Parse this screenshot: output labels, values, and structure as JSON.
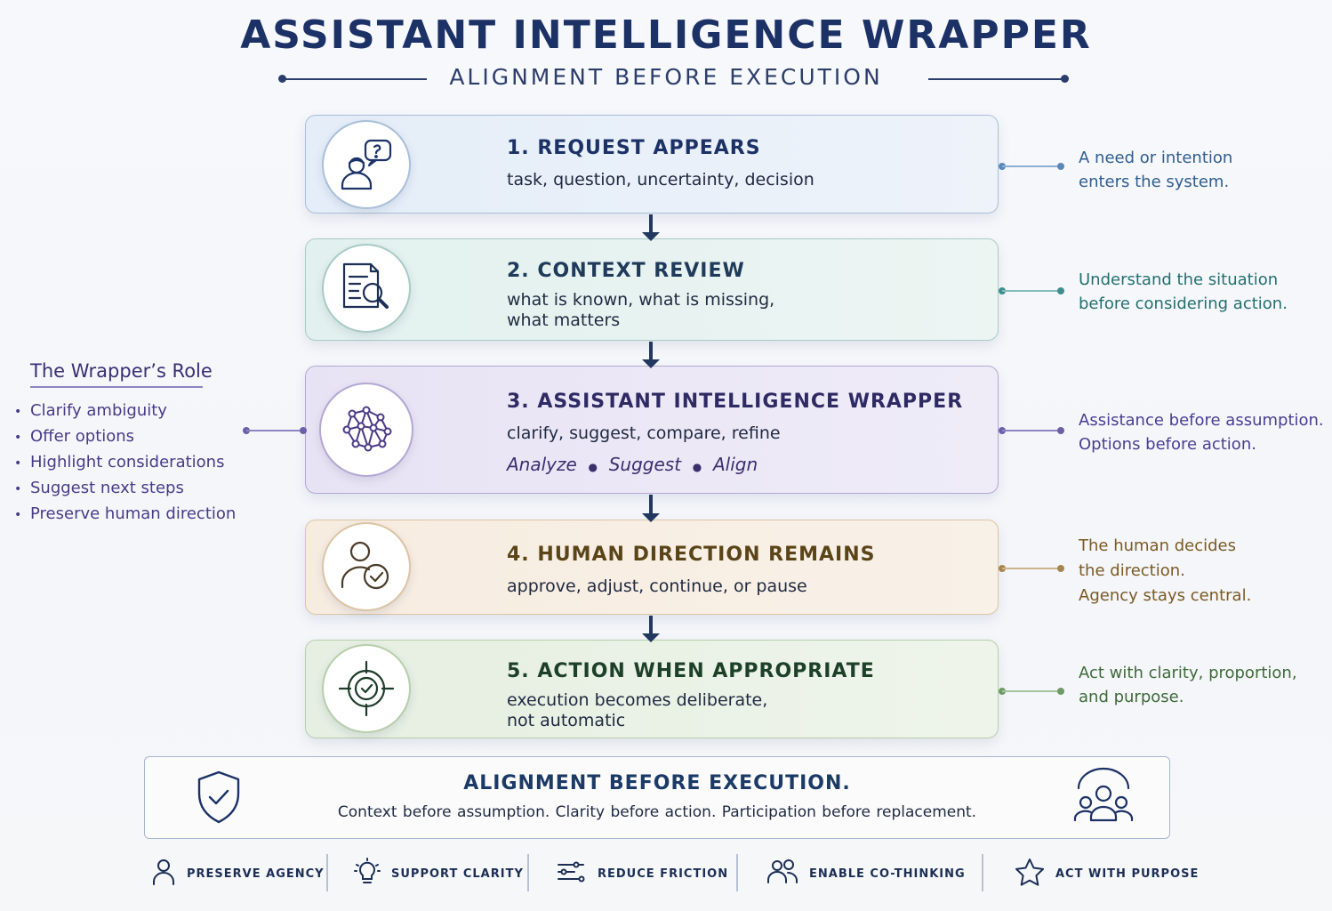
{
  "header": {
    "title": "ASSISTANT INTELLIGENCE WRAPPER",
    "subtitle": "ALIGNMENT BEFORE EXECUTION"
  },
  "steps": [
    {
      "number": "1.",
      "title": "REQUEST APPEARS",
      "desc": [
        "task, question, uncertainty, decision"
      ],
      "icon": "user-question-icon",
      "note": [
        "A need or intention",
        "enters the system."
      ],
      "color": "#5a87b8"
    },
    {
      "number": "2.",
      "title": "CONTEXT REVIEW",
      "desc": [
        "what is known, what is missing,",
        "what matters"
      ],
      "icon": "document-search-icon",
      "note": [
        "Understand the situation",
        "before considering action."
      ],
      "color": "#3f8e8c"
    },
    {
      "number": "3.",
      "title": "ASSISTANT INTELLIGENCE WRAPPER",
      "desc": [
        "clarify, suggest, compare, refine"
      ],
      "flow": [
        "Analyze",
        "Suggest",
        "Align"
      ],
      "icon": "network-icon",
      "note": [
        "Assistance before assumption.",
        "Options before action."
      ],
      "color": "#6c5fa8"
    },
    {
      "number": "4.",
      "title": "HUMAN DIRECTION REMAINS",
      "desc": [
        "approve, adjust, continue, or pause"
      ],
      "icon": "user-check-icon",
      "note": [
        "The human decides",
        "the direction.",
        "Agency stays central."
      ],
      "color": "#a78550"
    },
    {
      "number": "5.",
      "title": "ACTION WHEN APPROPRIATE",
      "desc": [
        "execution becomes deliberate,",
        "not automatic"
      ],
      "icon": "target-check-icon",
      "note": [
        "Act with clarity, proportion,",
        "and purpose."
      ],
      "color": "#6e9a66"
    }
  ],
  "role_panel": {
    "title": "The Wrapper’s Role",
    "items": [
      "Clarify ambiguity",
      "Offer options",
      "Highlight considerations",
      "Suggest next steps",
      "Preserve human direction"
    ]
  },
  "banner": {
    "title": "ALIGNMENT BEFORE EXECUTION.",
    "subtitle": "Context before assumption.  Clarity before action.  Participation before replacement.",
    "left_icon": "shield-check-icon",
    "right_icon": "group-icon"
  },
  "pillars": [
    {
      "label": "PRESERVE AGENCY",
      "icon": "person-icon"
    },
    {
      "label": "SUPPORT CLARITY",
      "icon": "lightbulb-icon"
    },
    {
      "label": "REDUCE FRICTION",
      "icon": "sliders-icon"
    },
    {
      "label": "ENABLE CO-THINKING",
      "icon": "people-icon"
    },
    {
      "label": "ACT WITH PURPOSE",
      "icon": "star-icon"
    }
  ],
  "colors": {
    "title": "#1c3266",
    "arrow": "#22385f",
    "role_text": "#4a3a86"
  }
}
